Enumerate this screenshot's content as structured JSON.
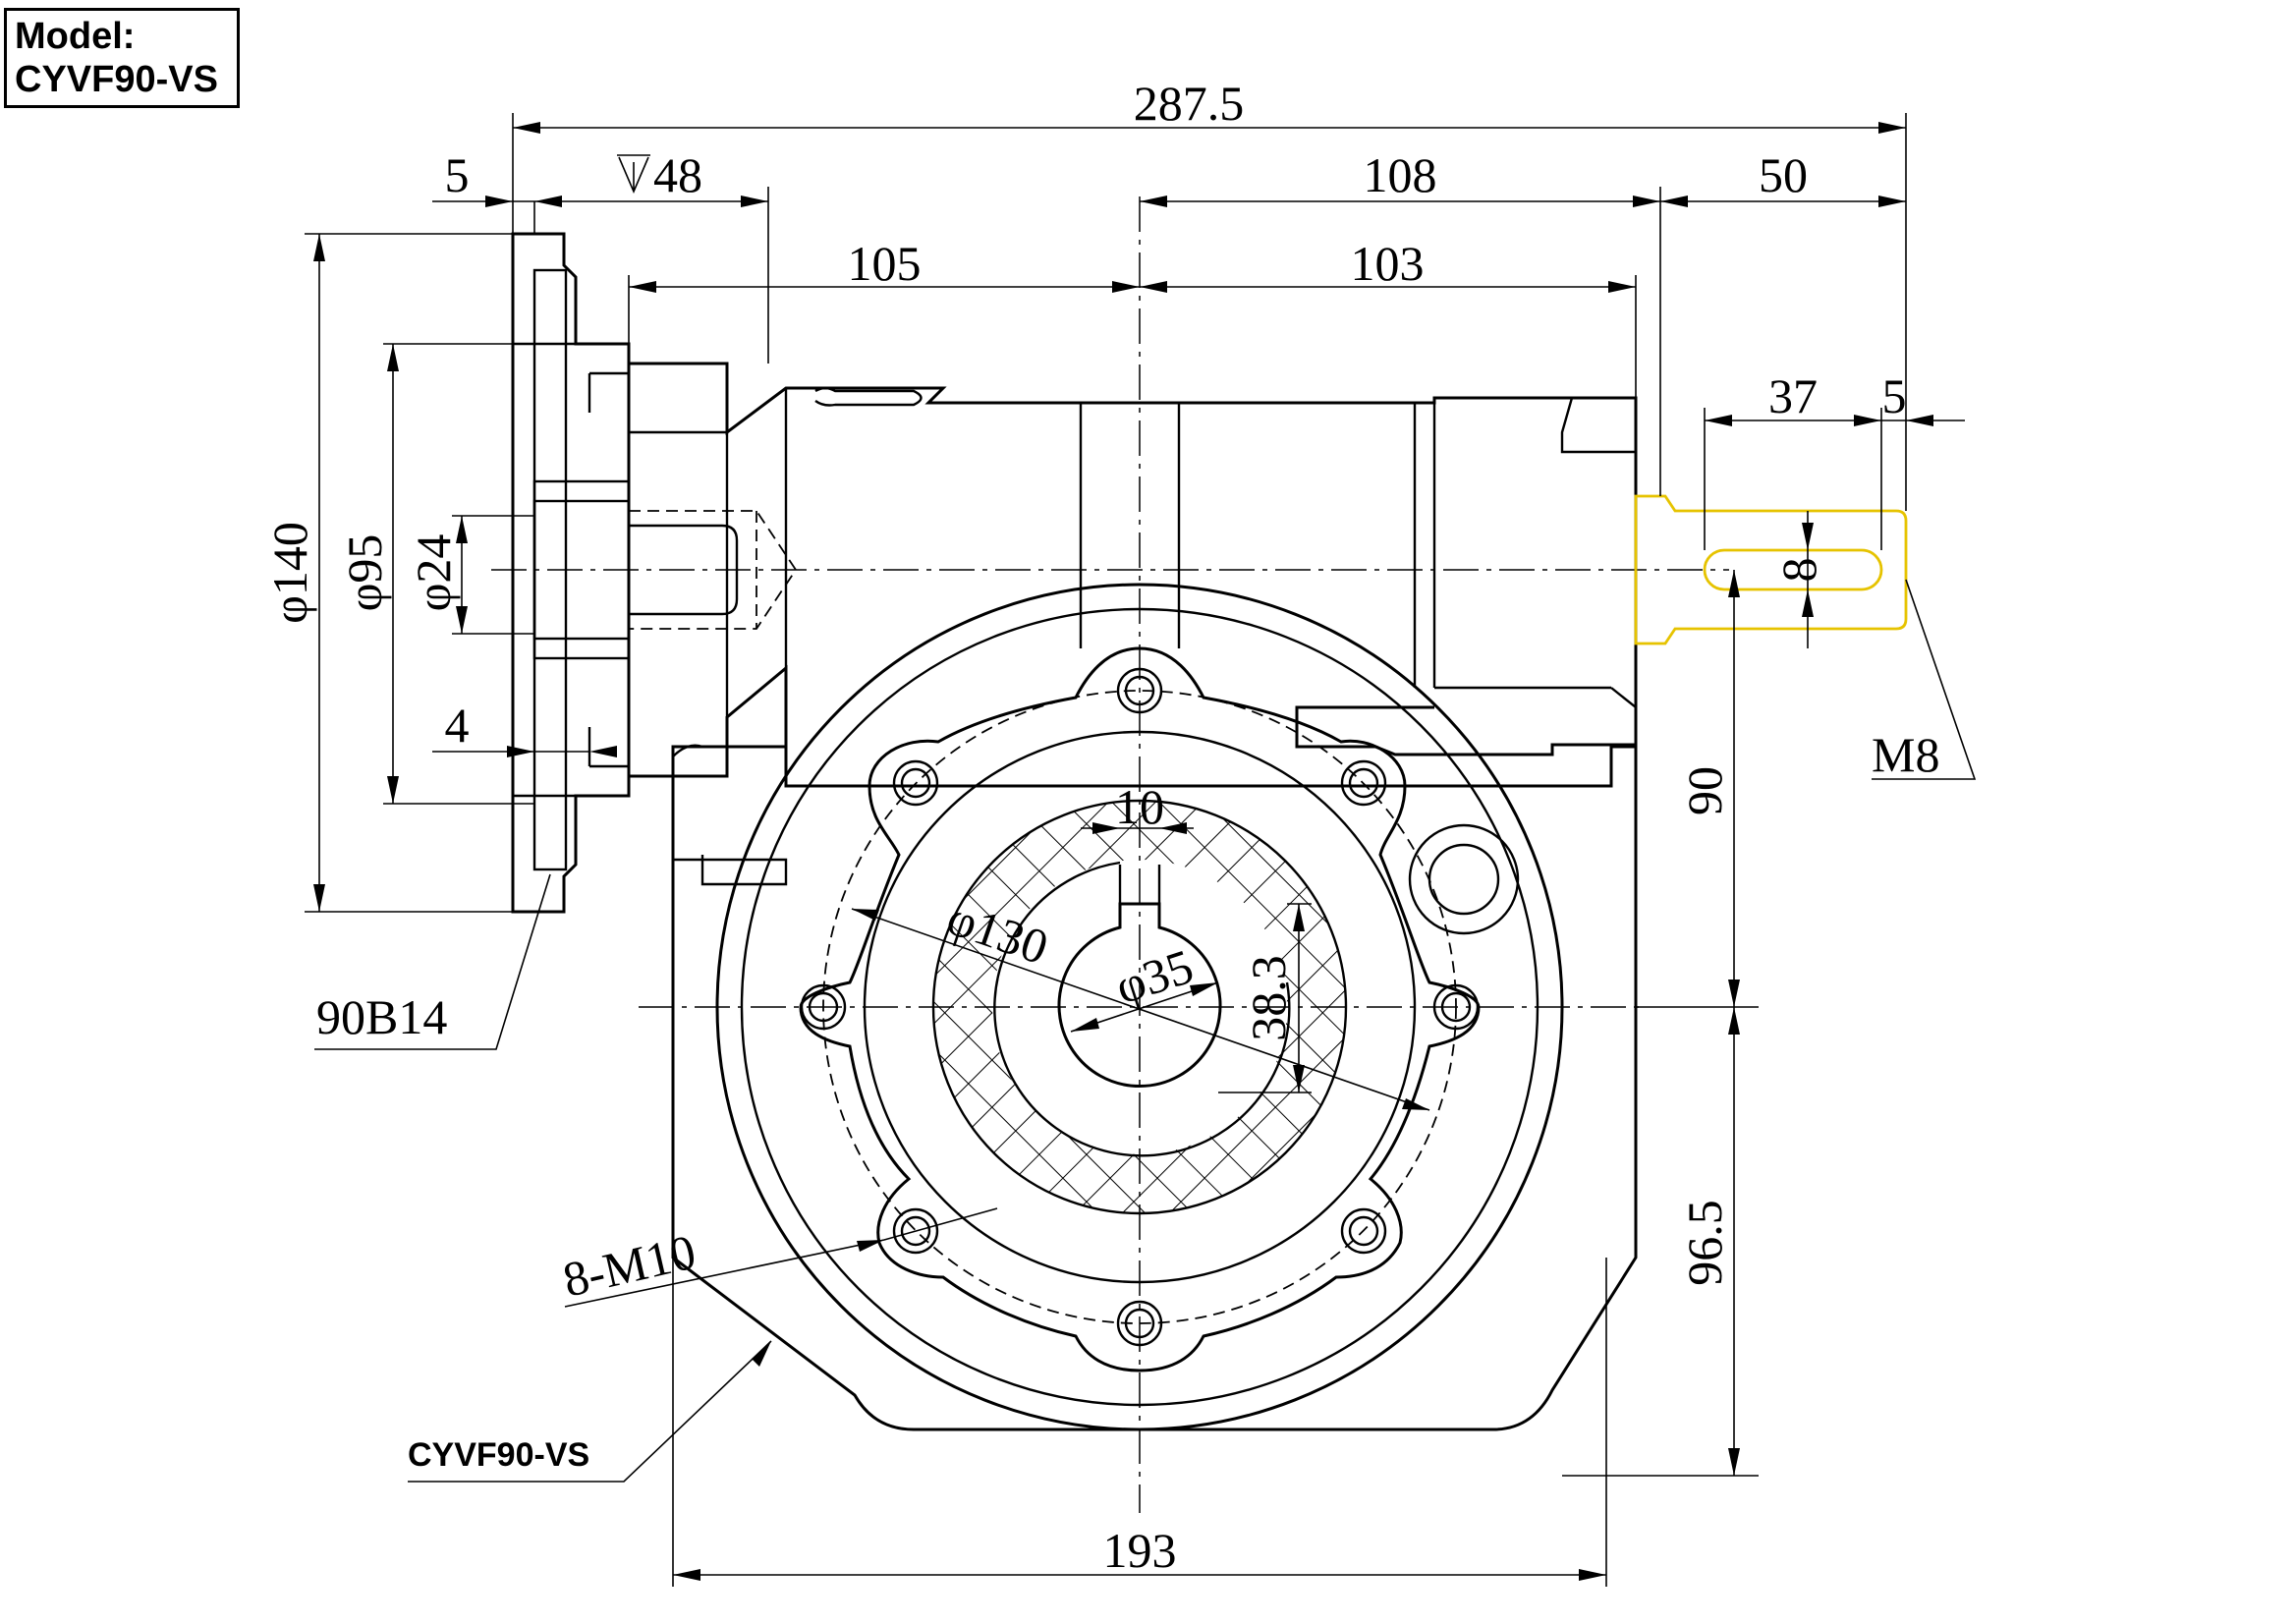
{
  "model_box": {
    "label": "Model:",
    "value": "CYVF90-VS"
  },
  "dimensions": {
    "overall_length": "287.5",
    "flange_thickness": "5",
    "input_depth": "48",
    "axis_to_flange": "105",
    "axis_to_body_end": "103",
    "axis_to_shaft_shoulder": "108",
    "shaft_length": "50",
    "key_length": "37",
    "key_offset": "5",
    "flange_diameter": "φ140",
    "spigot_diameter": "φ95",
    "bore_diameter": "φ24",
    "spigot_depth": "4",
    "key_width": "8",
    "output_key_width": "10",
    "pcd": "φ130",
    "output_bore": "φ35",
    "output_keyway_depth": "38.3",
    "upper_height": "90",
    "lower_height": "96.5",
    "base_width": "193"
  },
  "callouts": {
    "flange_code": "90B14",
    "thread": "M8",
    "mounting_holes": "8-M10",
    "housing_model": "CYVF90-VS"
  },
  "colors": {
    "line": "#000000",
    "highlight": "#e6c300",
    "background": "#ffffff"
  }
}
